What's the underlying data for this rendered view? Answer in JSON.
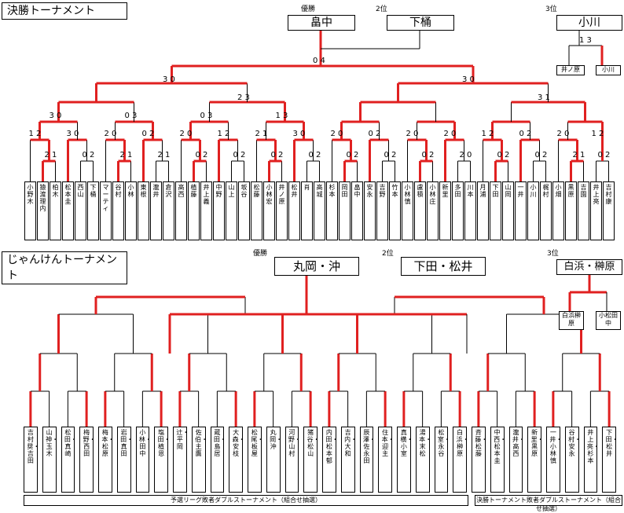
{
  "top": {
    "title": "決勝トーナメント",
    "rank1_label": "優勝",
    "rank1_name": "畠中",
    "rank2_label": "2位",
    "rank2_name": "下桶",
    "rank3_label": "3位",
    "rank3_name": "小川",
    "third_place_match": {
      "score": "1 3",
      "left": "井ノ原",
      "right": "小川"
    },
    "final_score": "0 4",
    "semi_scores": [
      "3 0",
      "3 0"
    ],
    "qf_scores": [
      "2 3",
      "3 1"
    ],
    "r16_scores": [
      "3 0",
      "0 3",
      "0 3",
      "1 3"
    ],
    "r32_scores": [
      "1 2",
      "3 0",
      "2 0",
      "0 2",
      "2 0",
      "1 2",
      "2 1",
      "3 0",
      "2 0",
      "0 2",
      "2 0",
      "2 0",
      "1 2",
      "0 2",
      "2 0",
      "1 2"
    ],
    "r64_scores": [
      "2 1",
      "0 2",
      "2 1",
      "2 1",
      "0 2",
      "0 2",
      "0 2",
      "0 2",
      "0 2",
      "0 2",
      "0 2",
      "2 0",
      "0 2",
      "0 2",
      "2 1",
      "0 2"
    ],
    "players": [
      "小野木",
      "猿渡理内",
      "柏木",
      "松本圭",
      "西山",
      "下桶",
      "マーティ",
      "谷村",
      "小林",
      "東根",
      "瀧井",
      "倉沢",
      "高西",
      "植藤",
      "井上義",
      "中野",
      "山上",
      "坂谷",
      "松藤",
      "小林宏",
      "井ノ原",
      "松井",
      "肖",
      "高城",
      "杉本",
      "岡田",
      "畠中",
      "安永",
      "吉野",
      "竹本",
      "小林慎",
      "盧積",
      "小林庄",
      "新里",
      "多田",
      "川本",
      "月浦",
      "下田",
      "山岡",
      "一井",
      "小川",
      "梶村",
      "小畑",
      "黒原",
      "吉園",
      "井上亮",
      "吉村康"
    ]
  },
  "bottom": {
    "title": "じゃんけんトーナメント",
    "rank1_label": "優勝",
    "rank1_name": "丸岡・沖",
    "rank2_label": "2位",
    "rank2_name": "下田・松井",
    "rank3_label": "3位",
    "rank3_name": "白浜・榊原",
    "third_place": {
      "left": "白浜榊原",
      "right": "小松田中"
    },
    "pairs": [
      "吉村奨・吉田",
      "山神・玉木",
      "松田・真崎",
      "梅野・西田",
      "梅本・松原",
      "岩田・真田",
      "小林・田中",
      "塩田・植恩",
      "辻・平岡",
      "佐伯・主鷹",
      "蔵田・島居",
      "大森・安枝",
      "松尾・板屋",
      "丸岡・沖",
      "河野・山村",
      "猪谷・松山",
      "内田・松本郁",
      "吉内・大和",
      "辰澤・佐永田",
      "住本・迎主",
      "真横・小室",
      "湯本・末松",
      "松室・永谷",
      "白浜・榊原",
      "斉藤・松藤",
      "中西・松本圭",
      "瀧井・高西",
      "新里・黒原",
      "一井・小林慎",
      "谷村・安永",
      "井上亮・杉本",
      "下田・松井"
    ],
    "footer_left": "予選リーグ敗者ダブルストーナメント（組合せ抽選）",
    "footer_right": "決勝トーナメント敗者ダブルストーナメント（組合せ抽選）"
  },
  "colors": {
    "win": "#e02020",
    "line": "#000000"
  }
}
